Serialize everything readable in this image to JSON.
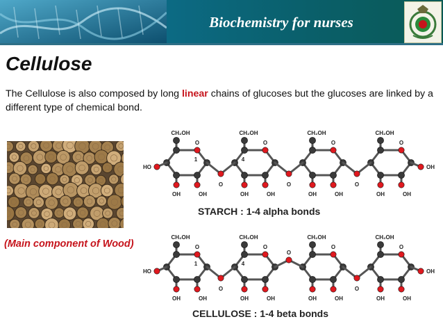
{
  "header": {
    "title": "Biochemistry for nurses"
  },
  "slide": {
    "title": "Cellulose",
    "body_before": "The Cellulose is also composed by long ",
    "body_highlight": "linear",
    "body_after": " chains of glucoses but the glucoses are linked by a different type of chemical bond.",
    "caption": "(Main component of Wood)"
  },
  "diagram": {
    "starch_label": "STARCH : 1-4 alpha bonds",
    "cellulose_label": "CELLULOSE : 1-4 beta bonds",
    "ch2oh": "CH₂OH",
    "oh": "OH",
    "ho": "HO",
    "o": "O",
    "num1": "1",
    "num4": "4"
  },
  "colors": {
    "highlight": "#c6141c",
    "oxygen": "#e0191f",
    "carbon": "#3a3a3a",
    "header": "#0c6b86"
  }
}
